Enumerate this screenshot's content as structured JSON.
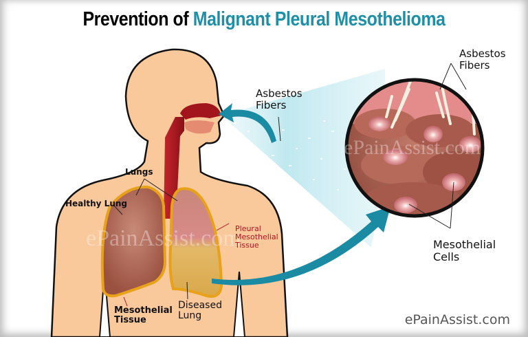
{
  "title": {
    "part1": "Prevention of",
    "part2": "Malignant Pleural Mesothelioma"
  },
  "labels": {
    "asbestos_fibers_near": "Asbestos\nFibers",
    "asbestos_fibers_near_line1": "Asbestos",
    "asbestos_fibers_near_line2": "Fibers",
    "asbestos_fibers_zoom_line1": "Asbestos",
    "asbestos_fibers_zoom_line2": "Fibers",
    "lungs": "Lungs",
    "healthy_lung": "Healthy Lung",
    "pleural_line1": "Pleural",
    "pleural_line2": "Mesothelial",
    "pleural_line3": "Tissue",
    "mesothelial_tissue_line1": "Mesothelial",
    "mesothelial_tissue_line2": "Tissue",
    "diseased_lung_line1": "Diseased",
    "diseased_lung_line2": "Lung",
    "mesothelial_cells_line1": "Mesothelial",
    "mesothelial_cells_line2": "Cells"
  },
  "watermarks": {
    "body": "ePainAssist.com",
    "circle": "ePainAssist.com"
  },
  "brand": "ePainAssist.com",
  "colors": {
    "title_teal": "#1f8fa8",
    "skin": "#f9c89b",
    "airway": "#a3151c",
    "arrow": "#1b8aa3",
    "pleura": "#e8a21a",
    "label_red": "#b3121f",
    "spray": "#cdeef3"
  }
}
